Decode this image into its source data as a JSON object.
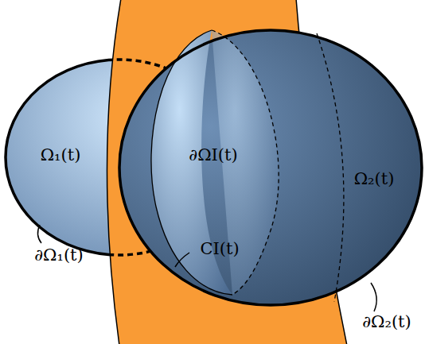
{
  "diagram": {
    "labels": [
      "Ω₁(t)",
      "∂ΩI(t)",
      "Ω₂(t)",
      "∂Ω₁(t)",
      "CI(t)",
      "∂Ω₂(t)"
    ]
  }
}
